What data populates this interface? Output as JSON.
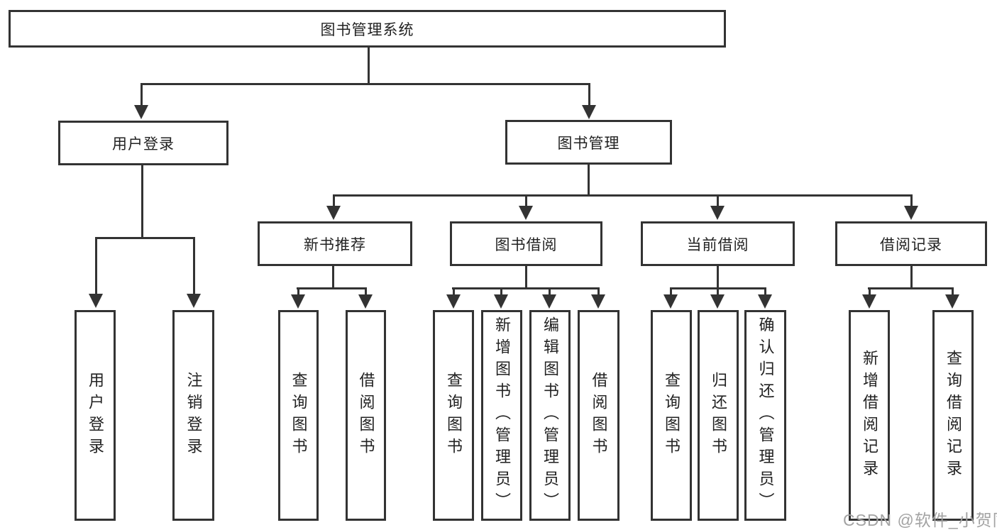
{
  "tree": {
    "root": "图书管理系统",
    "children": [
      {
        "label": "用户登录",
        "children": [
          {
            "label": "用户登录"
          },
          {
            "label": "注销登录"
          }
        ]
      },
      {
        "label": "图书管理",
        "children": [
          {
            "label": "新书推荐",
            "children": [
              {
                "label": "查询图书"
              },
              {
                "label": "借阅图书"
              }
            ]
          },
          {
            "label": "图书借阅",
            "children": [
              {
                "label": "查询图书"
              },
              {
                "label": "新增图书（管理员）"
              },
              {
                "label": "编辑图书（管理员）"
              },
              {
                "label": "借阅图书"
              }
            ]
          },
          {
            "label": "当前借阅",
            "children": [
              {
                "label": "查询图书"
              },
              {
                "label": "归还图书"
              },
              {
                "label": "确认归还（管理员）"
              }
            ]
          },
          {
            "label": "借阅记录",
            "children": [
              {
                "label": "新增借阅记录"
              },
              {
                "label": "查询借阅记录"
              }
            ]
          }
        ]
      }
    ]
  },
  "watermark": {
    "text": "CSDN @软件_小贺同学"
  },
  "colors": {
    "line": "#333333",
    "text": "#222222",
    "watermark": "#a3a3a3",
    "background": "#ffffff"
  }
}
